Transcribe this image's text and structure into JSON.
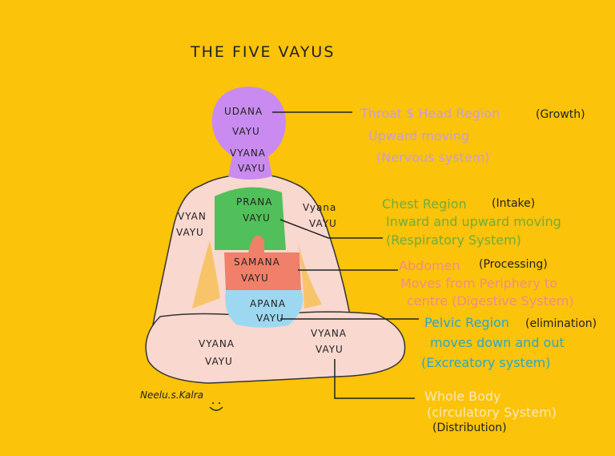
{
  "title": "THE FIVE VAYUS",
  "colors": {
    "background": "#FBC30A",
    "udana": "#C98BF0",
    "prana": "#52C05A",
    "samana": "#F0806A",
    "apana": "#9ED8F0",
    "skin": "#F9D8CF"
  },
  "body_labels": {
    "udana": [
      "UDANA",
      "VAYU"
    ],
    "vyana_neck": [
      "VYANA",
      "VAYU"
    ],
    "prana": [
      "PRANA",
      "VAYU"
    ],
    "vyana_left_arm": [
      "VYAN",
      "VAYU"
    ],
    "vyana_right_arm": [
      "Vyana",
      "VAYU"
    ],
    "samana": [
      "SAMANA",
      "VAYU"
    ],
    "apana": [
      "APANA",
      "VAYU"
    ],
    "vyana_left_leg": [
      "VYANA",
      "VAYU"
    ],
    "vyana_right_leg": [
      "VYANA",
      "VAYU"
    ]
  },
  "descriptions": [
    {
      "lines": [
        "Throat $ Head Region",
        "Upward moving",
        "(Nervous system)"
      ],
      "tag": "(Growth)",
      "color": "#C79BE0"
    },
    {
      "lines": [
        "Chest Region",
        "Inward and upward moving",
        "(Respiratory System)"
      ],
      "tag": "(Intake)",
      "color": "#6EAE3A"
    },
    {
      "lines": [
        "Abdomen",
        "Moves from Periphery to",
        "centre (Digestive System)"
      ],
      "tag": "(Processing)",
      "color": "#F08C8C"
    },
    {
      "lines": [
        "Pelvic Region",
        "moves down and out",
        "(Excreatory system)"
      ],
      "tag": "(elimination)",
      "color": "#2BA7C8"
    },
    {
      "lines": [
        "Whole Body",
        "(circulatory System)"
      ],
      "tag": "(Distribution)",
      "color": "#FBE8B8"
    }
  ],
  "signature": "Neelu.s.Kalra"
}
